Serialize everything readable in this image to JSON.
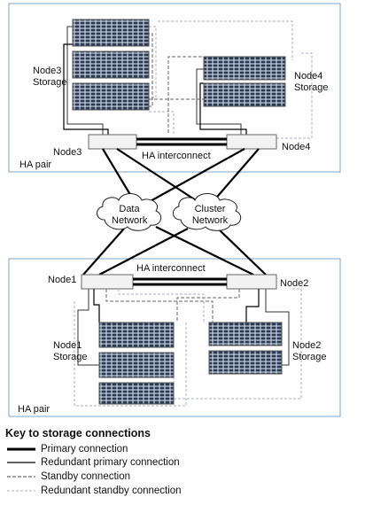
{
  "clusters": {
    "top": {
      "ha_pair_label": "HA pair",
      "interconnect_label": "HA interconnect",
      "node_left": "Node3",
      "node_right": "Node4",
      "storage_left": [
        "Node3",
        "Storage"
      ],
      "storage_right": [
        "Node4",
        "Storage"
      ]
    },
    "bottom": {
      "ha_pair_label": "HA pair",
      "interconnect_label": "HA interconnect",
      "node_left": "Node1",
      "node_right": "Node2",
      "storage_left": [
        "Node1",
        "Storage"
      ],
      "storage_right": [
        "Node2",
        "Storage"
      ]
    }
  },
  "networks": {
    "data": [
      "Data",
      "Network"
    ],
    "cluster": [
      "Cluster",
      "Network"
    ]
  },
  "key": {
    "title": "Key to storage connections",
    "items": [
      {
        "label": "Primary connection",
        "style": "primary"
      },
      {
        "label": "Redundant primary connection",
        "style": "redundant-primary"
      },
      {
        "label": "Standby connection",
        "style": "standby"
      },
      {
        "label": "Redundant standby connection",
        "style": "redundant-standby"
      }
    ]
  },
  "colors": {
    "panel_border": "#7fa6c9",
    "shelf_dark": "#2b3a55",
    "shelf_light": "#dfe6f0",
    "primary": "#000000",
    "standby": "#666666",
    "redundant_standby": "#aab2bc"
  }
}
